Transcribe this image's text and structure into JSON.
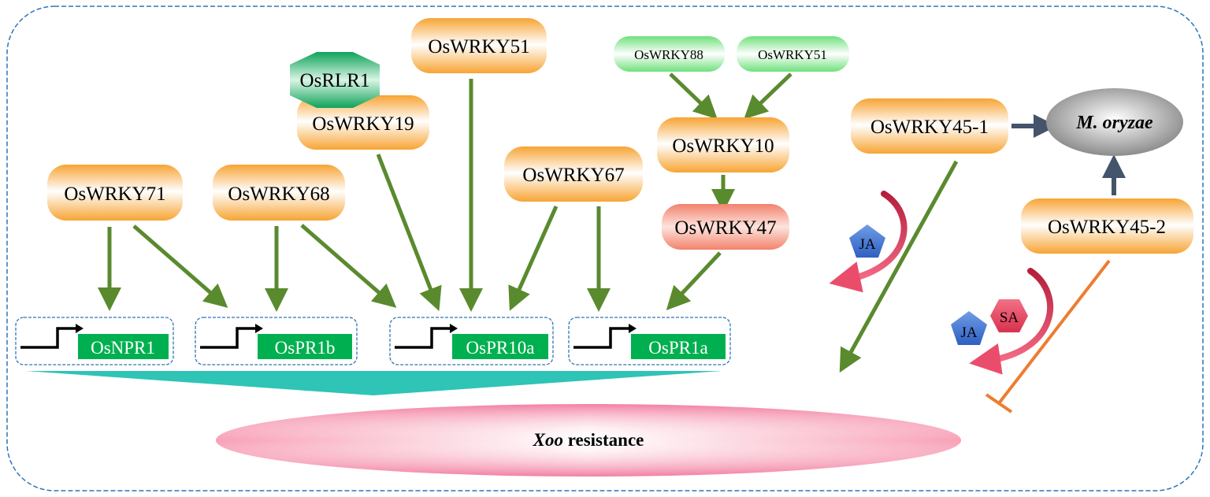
{
  "proteins": {
    "wrky71": "OsWRKY71",
    "wrky68": "OsWRKY68",
    "wrky19": "OsWRKY19",
    "wrky51_top": "OsWRKY51",
    "wrky67": "OsWRKY67",
    "wrky88": "OsWRKY88",
    "wrky51_small": "OsWRKY51",
    "wrky10": "OsWRKY10",
    "wrky47": "OsWRKY47",
    "rlr1": "OsRLR1",
    "wrky45_1": "OsWRKY45-1",
    "wrky45_2": "OsWRKY45-2"
  },
  "genes": {
    "npr1": "OsNPR1",
    "pr1b": "OsPR1b",
    "pr10a": "OsPR10a",
    "pr1a": "OsPR1a"
  },
  "hormones": {
    "ja_1": "JA",
    "ja_2": "JA",
    "sa": "SA"
  },
  "pathogen": "M. oryzae",
  "resistance": {
    "organism": "Xoo",
    "word": " resistance"
  },
  "colors": {
    "border": "#2e75b6",
    "activation_arrow": "#5a8a2e",
    "inhibition": "#ed7d31",
    "slate_arrow": "#44546a",
    "gene_box": "#00b050",
    "hormone_arrow": "#e0445e",
    "funnel": "#2ec4b6"
  }
}
